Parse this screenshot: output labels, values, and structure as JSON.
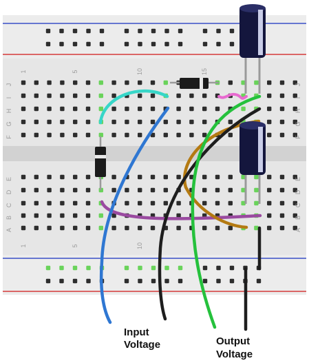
{
  "breadboard": {
    "column_numbers_top": [
      "1",
      "5",
      "10",
      "15"
    ],
    "column_numbers_bottom": [
      "1",
      "5",
      "10"
    ],
    "row_letters_upper": [
      "J",
      "I",
      "H",
      "G",
      "F"
    ],
    "row_letters_lower": [
      "E",
      "D",
      "C",
      "B",
      "A"
    ],
    "board_color": "#e6e6e6",
    "hole_color": "#2d2d2d",
    "connected_hole_color": "#6ad35b",
    "rail_red": "#d53a3a",
    "rail_blue": "#3a4fc6"
  },
  "components": {
    "diode_top": {
      "body": "#1b1b1b",
      "band": "#e8e8e8"
    },
    "diode_middle": {
      "body": "#1b1b1b",
      "band": "#e8e8e8"
    },
    "capacitor_top": {
      "body": "#14163d",
      "stripe": "#c9cde8"
    },
    "capacitor_bottom": {
      "body": "#14163d",
      "stripe": "#c9cde8"
    }
  },
  "wires": {
    "cyan": "#37d6c8",
    "blue": "#2f77d2",
    "black": "#1e1e1e",
    "green": "#25c13c",
    "brown": "#b47a12",
    "purple": "#9a4aa0",
    "pink": "#e86ad0"
  },
  "labels": {
    "input": [
      "Input",
      "Voltage"
    ],
    "output": [
      "Output",
      "Voltage"
    ]
  }
}
